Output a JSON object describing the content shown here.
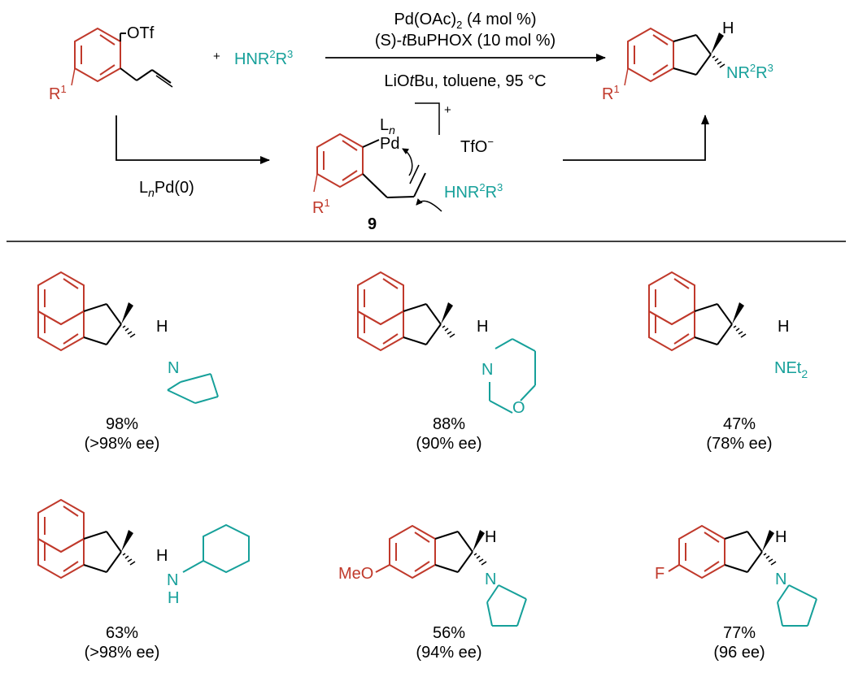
{
  "colors": {
    "core": "#c0392b",
    "amine": "#16a09a",
    "ink": "#000000"
  },
  "reaction": {
    "sm_otf": "OTf",
    "r1_letter": "R",
    "r1_sup": "1",
    "plus": "+",
    "amine_base": "HNR",
    "amine_sup2": "2",
    "amine_mid": "R",
    "amine_sup3": "3",
    "cond_catalyst": "Pd(OAc)",
    "cond_catalyst_sub": "2",
    "cond_catalyst_load": " (4 mol %)",
    "cond_ligand_pre": "(S)-",
    "cond_ligand_t": "t",
    "cond_ligand_post": "BuPHOX (10 mol %)",
    "cond_base_pre": "LiO",
    "cond_base_t": "t",
    "cond_base_post": "Bu, toluene, 95 °C",
    "product_h": "H",
    "product_nr_base": "NR",
    "pd_l": "L",
    "pd_n": "n",
    "pd_pd": "Pd",
    "pd_zero": "(0)",
    "int_pd": "Pd",
    "int_l": "L",
    "int_n": "n",
    "int_charge": "+",
    "int_tfo": "TfO",
    "int_tfo_minus": "−",
    "int_label": "9"
  },
  "products": [
    {
      "yield": "98%",
      "ee": "(>98% ee)",
      "h": "H",
      "n": "N"
    },
    {
      "yield": "88%",
      "ee": "(90% ee)",
      "h": "H",
      "n": "N",
      "o": "O"
    },
    {
      "yield": "47%",
      "ee": "(78% ee)",
      "h": "H",
      "net": "NEt",
      "net_sub": "2"
    },
    {
      "yield": "63%",
      "ee": "(>98% ee)",
      "h": "H",
      "n": "N",
      "nh": "H"
    },
    {
      "yield": "56%",
      "ee": "(94% ee)",
      "h": "H",
      "n": "N",
      "meo": "MeO"
    },
    {
      "yield": "77%",
      "ee": "(96 ee)",
      "h": "H",
      "n": "N",
      "f": "F"
    }
  ]
}
